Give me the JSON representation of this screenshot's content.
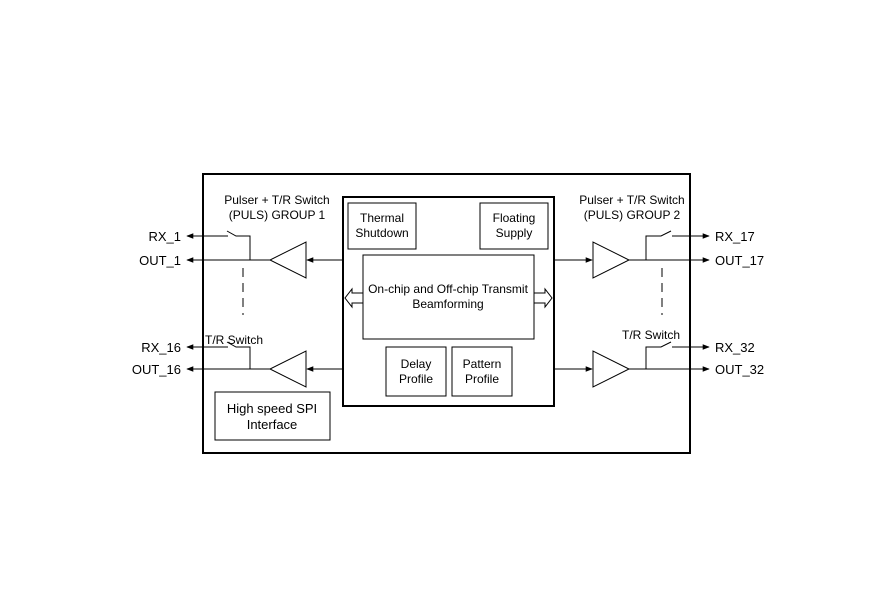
{
  "group1": {
    "line1": "Pulser + T/R Switch",
    "line2": "(PULS) GROUP 1"
  },
  "group2": {
    "line1": "Pulser + T/R Switch",
    "line2": "(PULS) GROUP 2"
  },
  "pins": {
    "rx_1": "RX_1",
    "out_1": "OUT_1",
    "rx_16": "RX_16",
    "out_16": "OUT_16",
    "rx_17": "RX_17",
    "out_17": "OUT_17",
    "rx_32": "RX_32",
    "out_32": "OUT_32"
  },
  "tr_switch_left": "T/R Switch",
  "tr_switch_right": "T/R Switch",
  "thermal": {
    "line1": "Thermal",
    "line2": "Shutdown"
  },
  "floating": {
    "line1": "Floating",
    "line2": "Supply"
  },
  "beamforming": {
    "line1": "On-chip and Off-chip Transmit",
    "line2": "Beamforming"
  },
  "delay": {
    "line1": "Delay",
    "line2": "Profile"
  },
  "pattern": {
    "line1": "Pattern",
    "line2": "Profile"
  },
  "spi": {
    "line1": "High speed SPI",
    "line2": "Interface"
  }
}
